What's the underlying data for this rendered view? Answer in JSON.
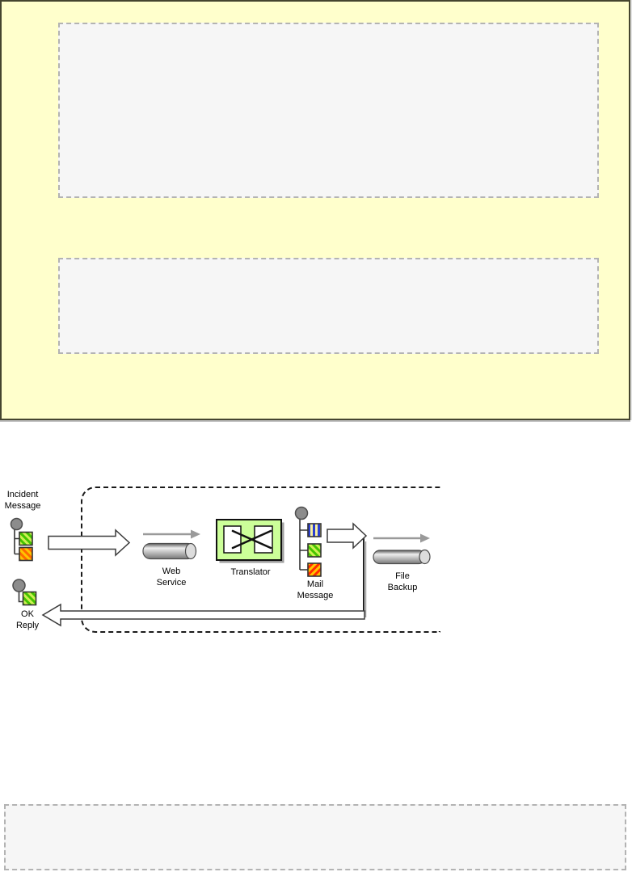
{
  "panel": {
    "background": "#ffffcc",
    "border_color": "#45452f"
  },
  "placeholders": {
    "background": "#f6f6f6",
    "border_color": "#b3b3b3"
  },
  "diagram": {
    "labels": {
      "incident_message": "Incident\nMessage",
      "web_service": "Web\nService",
      "translator": "Translator",
      "mail_message": "Mail\nMessage",
      "file_backup": "File\nBackup",
      "ok_reply": "OK\nReply"
    },
    "icons": {
      "incident_message": "message-with-two-parts-icon",
      "web_service": "channel-cylinder-icon",
      "translator": "translator-icon",
      "mail_message": "message-with-three-parts-icon",
      "file_backup": "channel-cylinder-icon",
      "ok_reply": "message-icon",
      "request_flow": "block-arrow-right-icon",
      "reply_flow": "block-arrow-left-icon"
    },
    "colors": {
      "scope_border": "#1a1a1a",
      "translator_fill": "#ccff99",
      "message_head_gray": "#8c8c8c",
      "channel_gray": "#9a9a9a",
      "hatch_green": "#44c400",
      "hatch_orange": "#ff6a00",
      "hatch_blue": "#2b3fd1",
      "hatch_red": "#ff2a00"
    }
  }
}
